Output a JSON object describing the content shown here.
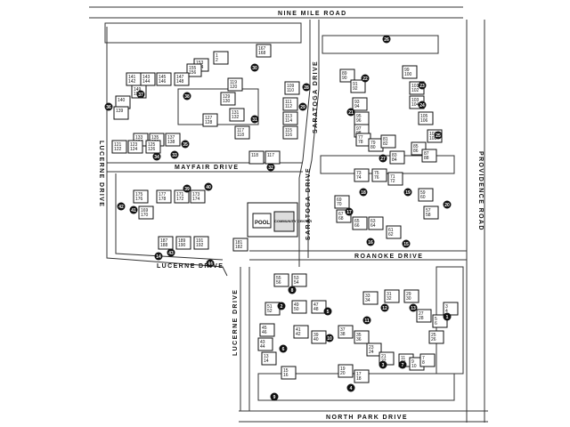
{
  "streets": {
    "nine_mile": "NINE MILE ROAD",
    "north_park": "NORTH PARK DRIVE",
    "providence": "PROVIDENCE ROAD",
    "mayfair": "MAYFAIR DRIVE",
    "lucerne_top": "LUCERNE DRIVE",
    "lucerne_bottom": "LUCERNE DRIVE",
    "lucerne_lower": "LUCERNE DRIVE",
    "saratoga_upper": "SARATOGA DRIVE",
    "saratoga_lower": "SARATOGA DRIVE",
    "roanoke": "ROANOKE DRIVE"
  },
  "amenities": {
    "pool": "POOL",
    "community_center": "COMMUNITY CENTER"
  },
  "buildings": [
    {
      "label": "151\n152"
    },
    {
      "label": "167\n168"
    },
    {
      "label": "153\n154"
    },
    {
      "label": "155\n156"
    },
    {
      "label": "141\n142"
    },
    {
      "label": "143\n144"
    },
    {
      "label": "145\n146"
    },
    {
      "label": "147\n148"
    },
    {
      "label": "149\n150"
    },
    {
      "label": "129\n130"
    },
    {
      "label": "131\n132"
    },
    {
      "label": "127\n128"
    },
    {
      "label": "140"
    },
    {
      "label": "139"
    },
    {
      "label": "133\n134"
    },
    {
      "label": "135\n136"
    },
    {
      "label": "137\n138"
    },
    {
      "label": "121\n122"
    },
    {
      "label": "123\n124"
    },
    {
      "label": "125\n126"
    },
    {
      "label": "119\n120"
    },
    {
      "label": "117\n118"
    },
    {
      "label": "115\n116"
    },
    {
      "label": "113\n114"
    },
    {
      "label": "111\n112"
    },
    {
      "label": "109\n110"
    },
    {
      "label": "118"
    },
    {
      "label": "117"
    },
    {
      "label": "89\n90"
    },
    {
      "label": "91\n92"
    },
    {
      "label": "93\n94"
    },
    {
      "label": "95\n96"
    },
    {
      "label": "97\n98"
    },
    {
      "label": "99\n100"
    },
    {
      "label": "101\n102"
    },
    {
      "label": "103\n104"
    },
    {
      "label": "105\n106"
    },
    {
      "label": "107\n108"
    },
    {
      "label": "85\n86"
    },
    {
      "label": "87\n88"
    },
    {
      "label": "77\n78"
    },
    {
      "label": "79\n80"
    },
    {
      "label": "81\n82"
    },
    {
      "label": "83\n84"
    },
    {
      "label": "175\n176"
    },
    {
      "label": "177\n178"
    },
    {
      "label": "171\n172"
    },
    {
      "label": "173\n174"
    },
    {
      "label": "169\n170"
    },
    {
      "label": "187\n188"
    },
    {
      "label": "189\n190"
    },
    {
      "label": "191\n192"
    },
    {
      "label": "181\n182"
    },
    {
      "label": "73\n74"
    },
    {
      "label": "75\n76"
    },
    {
      "label": "71\n72"
    },
    {
      "label": "69\n70"
    },
    {
      "label": "67\n68"
    },
    {
      "label": "65\n66"
    },
    {
      "label": "63\n64"
    },
    {
      "label": "61\n62"
    },
    {
      "label": "59\n60"
    },
    {
      "label": "57\n58"
    },
    {
      "label": "55\n56"
    },
    {
      "label": "53\n54"
    },
    {
      "label": "51\n52"
    },
    {
      "label": "49\n50"
    },
    {
      "label": "47\n48"
    },
    {
      "label": "45\n46"
    },
    {
      "label": "43\n44"
    },
    {
      "label": "41\n42"
    },
    {
      "label": "39\n40"
    },
    {
      "label": "37\n38"
    },
    {
      "label": "35\n36"
    },
    {
      "label": "33\n34"
    },
    {
      "label": "31\n32"
    },
    {
      "label": "29\n30"
    },
    {
      "label": "27\n28"
    },
    {
      "label": "25\n26"
    },
    {
      "label": "23\n24"
    },
    {
      "label": "21\n22"
    },
    {
      "label": "19\n20"
    },
    {
      "label": "17\n18"
    },
    {
      "label": "15\n16"
    },
    {
      "label": "13\n14"
    },
    {
      "label": "11\n12"
    },
    {
      "label": "9\n10"
    },
    {
      "label": "7\n8"
    },
    {
      "label": "5\n6"
    },
    {
      "label": "3\n4"
    },
    {
      "label": "1\n2"
    }
  ],
  "markers": [
    "1",
    "2",
    "3",
    "4",
    "5",
    "6",
    "7",
    "8",
    "9",
    "10",
    "11",
    "12",
    "13",
    "14",
    "15",
    "16",
    "17",
    "18",
    "19",
    "20",
    "21",
    "22",
    "23",
    "24",
    "25",
    "26",
    "27",
    "28",
    "29",
    "30",
    "31",
    "32",
    "33",
    "34",
    "35",
    "36",
    "37",
    "38",
    "39",
    "40",
    "41",
    "42",
    "43",
    "44"
  ],
  "colors": {
    "ink": "#111111",
    "paper": "#ffffff",
    "road_line": "#333333"
  }
}
